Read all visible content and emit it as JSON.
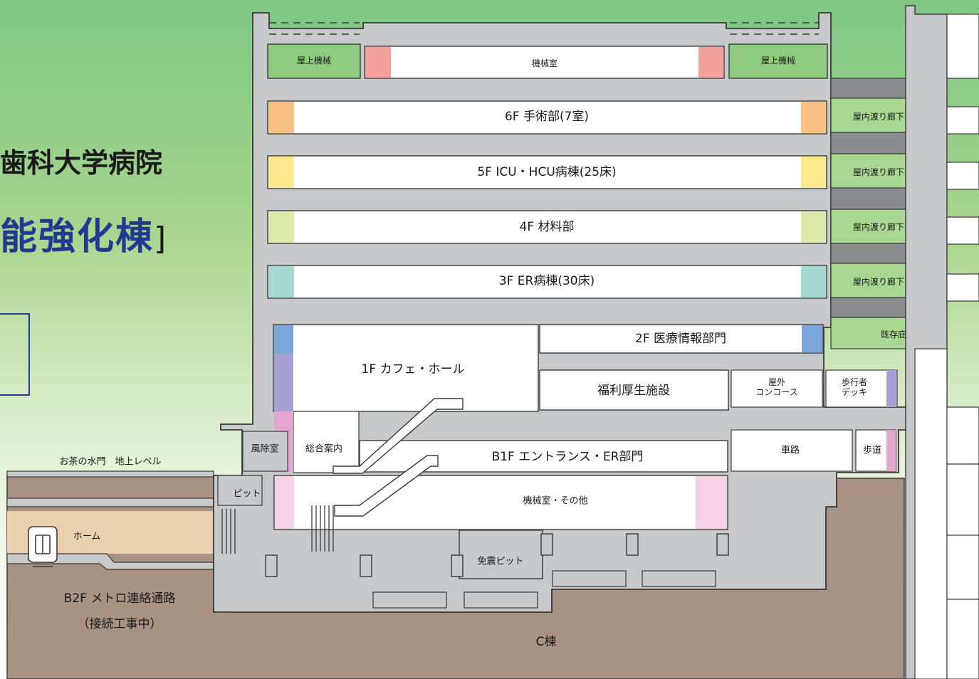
{
  "title": {
    "line1": "歯科大学病院",
    "line2": "能強化棟",
    "bracket": "]"
  },
  "floors": {
    "roof_left": "屋上機械",
    "roof_right": "屋上機械",
    "roof_center": "機械室",
    "f6": "6F  手術部(7室)",
    "f5": "5F  ICU・HCU病棟(25床)",
    "f4": "4F  材料部",
    "f3": "3F  ER病棟(30床)",
    "f2": "2F  医療情報部門",
    "f1_cafe": "1F  カフェ・ホール",
    "f1_welfare": "福利厚生施設",
    "f1_concourse": "屋外\nコンコース",
    "f1_deck": "歩行者\nデッキ",
    "b1": "B1F  エントランス・ER部門",
    "b1_info": "総合案内",
    "b1_windbreak": "風除室",
    "b1_road": "車路",
    "b1_sidewalk": "歩道",
    "mech_other": "機械室・その他",
    "pit": "ピット",
    "seismic_pit": "免震ピット",
    "corridor": "屋内渡り廊下",
    "existing": "既存庇",
    "ground_level": "お茶の水門　地上レベル",
    "platform": "ホーム",
    "b2f": "B2F  メトロ連絡通路",
    "b2f_note": "（接続工事中）",
    "building_c": "C棟"
  },
  "colors": {
    "structure": "#c8c9cb",
    "outline": "#3a3a3a",
    "roof_green": "#8fcb7e",
    "corridor_green": "#a7d790",
    "corridor_dark": "#8b8c8e",
    "earth": "#a89284",
    "tunnel": "#ead0ae",
    "f6_accent": "#f9c184",
    "f5_accent": "#fde98e",
    "f4_accent": "#dde9a8",
    "f3_accent": "#a6dad3",
    "roof_accent": "#f4a09c",
    "blue_accent": "#7aa6d9",
    "purple_accent": "#a6a0d4",
    "pink_accent": "#e4a6cf",
    "light_pink": "#f7d2e6",
    "title_blue": "#1f3a8f"
  },
  "icons": [
    "train-icon"
  ]
}
